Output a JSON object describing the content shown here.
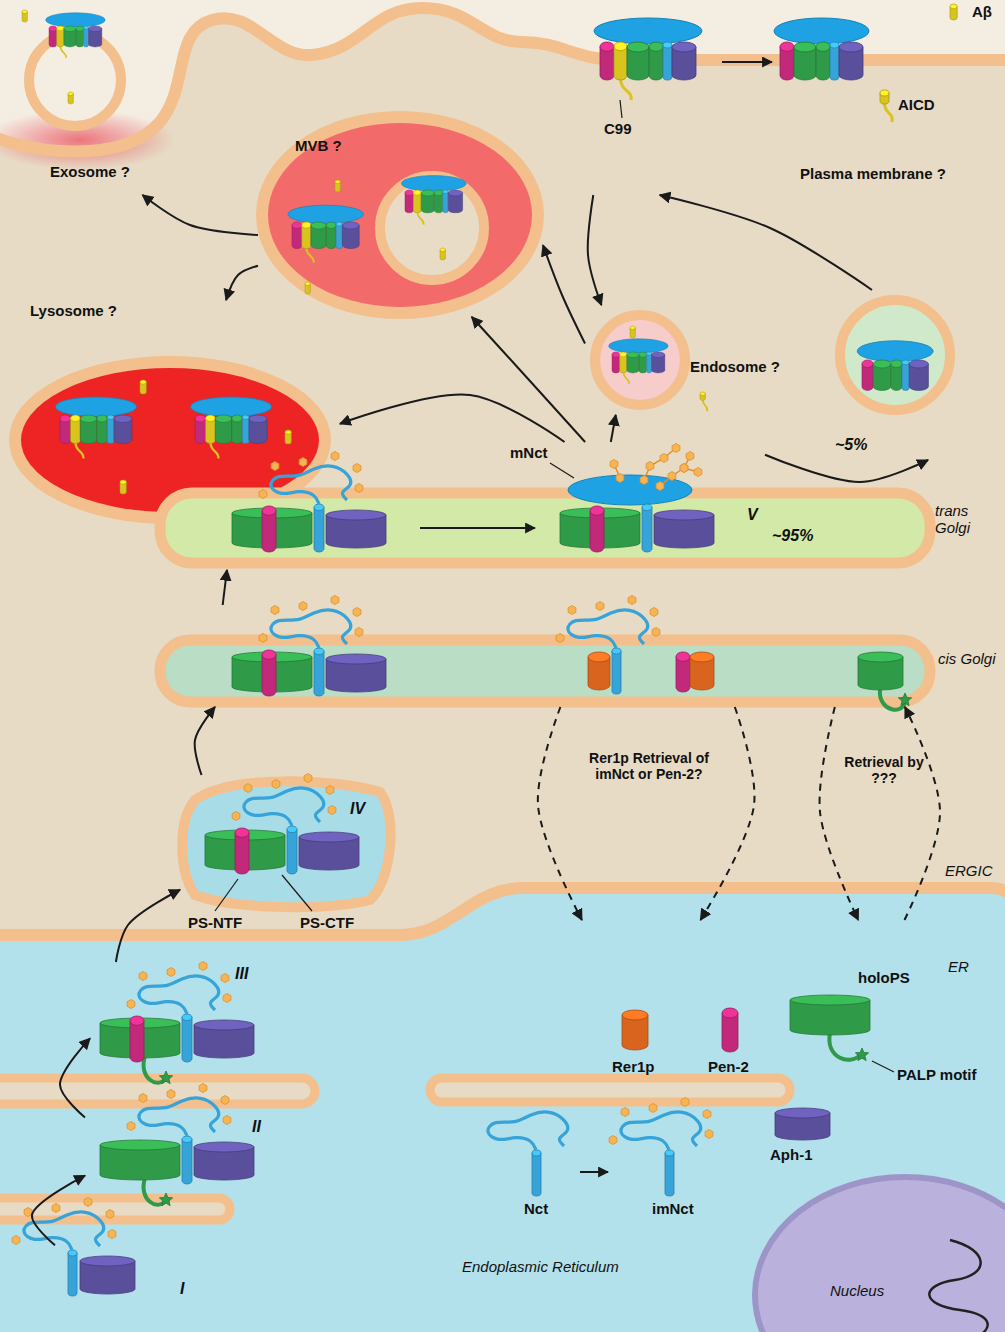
{
  "diagram": {
    "nodes": [
      {
        "text": [
          "Exosome ?"
        ]
      },
      {
        "text": [
          "Plasma membrane ?"
        ]
      },
      {
        "text": [
          "MVB ?"
        ]
      },
      {
        "text": [
          "Lysosome ?"
        ]
      },
      {
        "text": [
          "Endosome ?"
        ]
      },
      {
        "text": [
          "~5%"
        ]
      },
      {
        "text": [
          "trans Golgi"
        ]
      },
      {
        "text": [
          "mNct",
          "V"
        ],
        "in": 6
      },
      {
        "text": [
          "cis Golgi"
        ]
      },
      {
        "text": [
          "IV"
        ]
      },
      {
        "text": [
          "ER",
          "Endoplasmic Reticulum"
        ]
      },
      {
        "text": [
          "III"
        ],
        "in": 10
      },
      {
        "text": [
          "II"
        ],
        "in": 10
      },
      {
        "text": [
          "I"
        ],
        "in": 10
      },
      {
        "text": [
          "Nucleus"
        ]
      }
    ],
    "edges": [
      {
        "from": 13,
        "to": 12,
        "arrow": "to"
      },
      {
        "from": 12,
        "to": 11,
        "arrow": "to"
      },
      {
        "from": 11,
        "to": 9,
        "arrow": "to"
      },
      {
        "from": 9,
        "to": 8,
        "arrow": "to"
      },
      {
        "from": 8,
        "to": 6,
        "arrow": "to"
      },
      {
        "from": 7,
        "to": 3,
        "arrow": "to"
      },
      {
        "from": 7,
        "to": 2,
        "arrow": "to"
      },
      {
        "from": 7,
        "to": 4,
        "arrow": "to"
      },
      {
        "from": 7,
        "to": 5,
        "arrow": "to"
      },
      {
        "from": 5,
        "to": 1,
        "arrow": "to"
      },
      {
        "from": 1,
        "to": 4,
        "arrow": "to"
      },
      {
        "from": 4,
        "to": 2,
        "arrow": "to"
      },
      {
        "from": 2,
        "to": 0,
        "arrow": "to"
      },
      {
        "from": 2,
        "to": 3,
        "arrow": "to"
      },
      {
        "from": 8,
        "to": 10,
        "arrow": "to",
        "label": "Rer1p Retrieval of imNct or Pen-2?"
      },
      {
        "from": 8,
        "to": 10,
        "arrow": "to"
      },
      {
        "from": 8,
        "to": 10,
        "arrow": "to"
      },
      {
        "from": 10,
        "to": 8,
        "arrow": "to",
        "label": "Retrieval by ???"
      }
    ],
    "labels": [
      "Aβ",
      "C99",
      "AICD",
      "~95%",
      "PS-NTF",
      "PS-CTF",
      "ERGIC",
      "holoPS",
      "Rer1p",
      "Pen-2",
      "PALP motif",
      "Aph-1",
      "Nct",
      "imNct"
    ]
  }
}
